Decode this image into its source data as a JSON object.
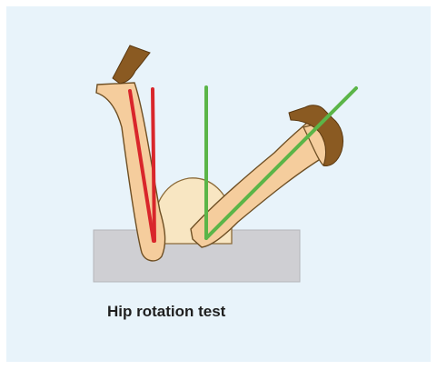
{
  "caption": "Hip rotation test",
  "colors": {
    "background": "#e8f3fa",
    "table": "#cfcfd3",
    "table_edge": "#a9a9ae",
    "skin": "#f5cd9d",
    "skin_outline": "#7a5a2a",
    "shoe": "#8a5a22",
    "pelvis": "#f8e6c2",
    "red_line": "#d9262b",
    "green_line": "#5bb548"
  },
  "illustration": {
    "subject": "leg on examination table with hip rotated",
    "parts": [
      "examination-table",
      "pelvis",
      "left-leg",
      "right-leg",
      "left-shoe",
      "right-shoe",
      "red-reference-lines",
      "green-reference-lines"
    ]
  }
}
